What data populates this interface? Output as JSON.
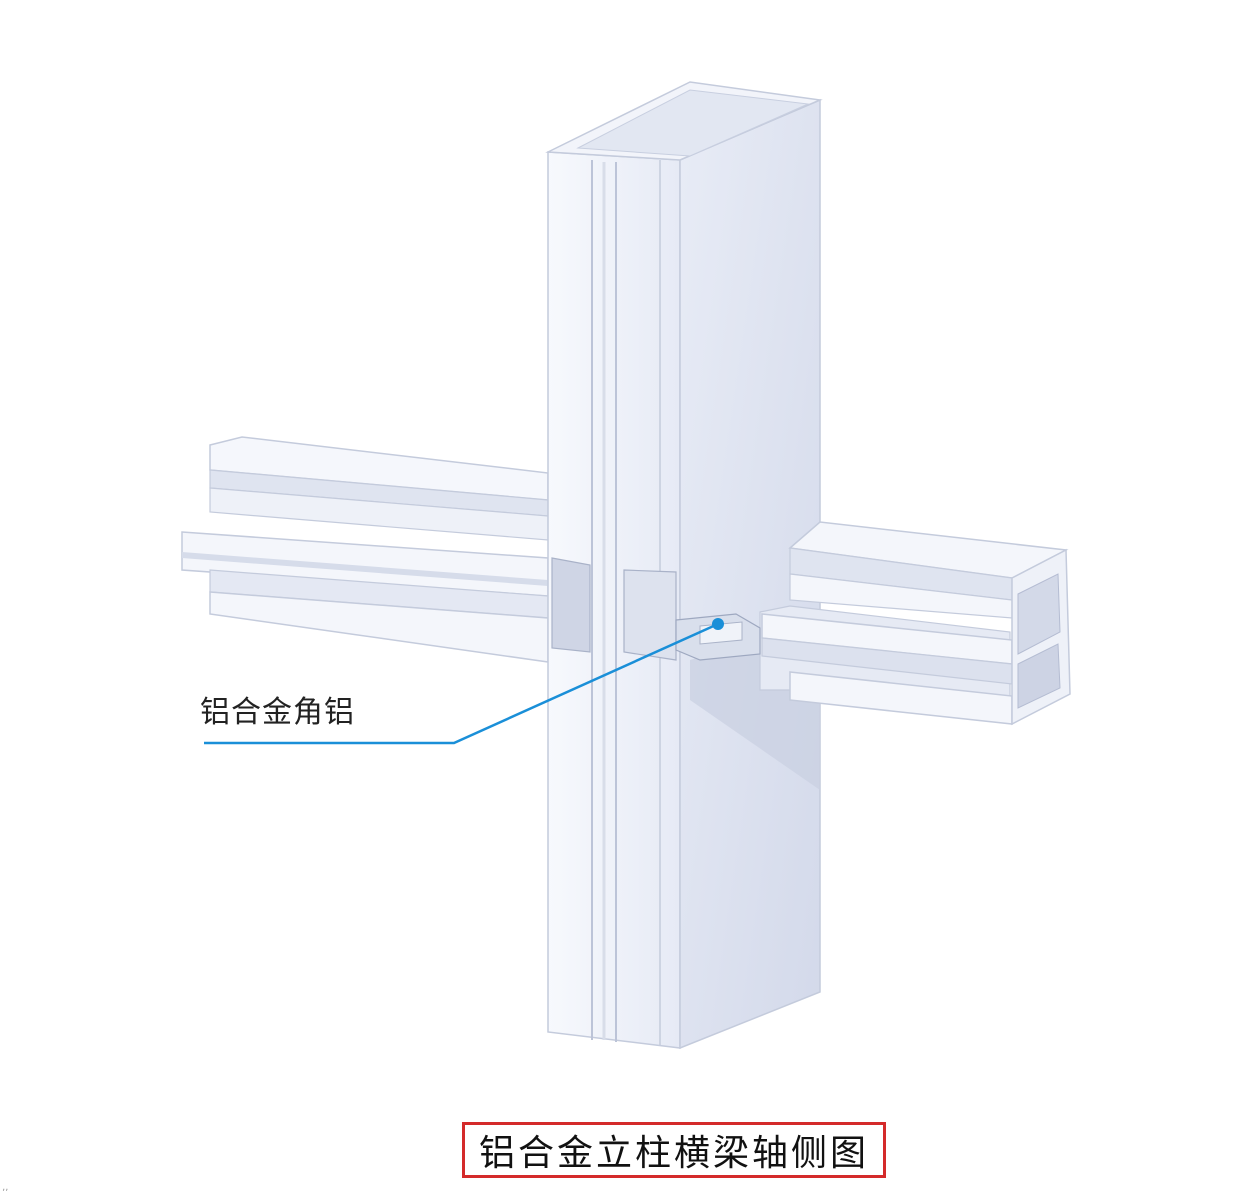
{
  "callout": {
    "label": "铝合金角铝",
    "line_color": "#1a8fd8"
  },
  "caption": {
    "text": "铝合金立柱横梁轴侧图",
    "border_color": "#d42a2a"
  },
  "corner_mark": "ʼʼ",
  "colors": {
    "profile_light": "#f4f6fb",
    "profile_mid": "#dfe4f0",
    "profile_dark": "#c6cde0",
    "profile_edge": "#b4bcd2"
  }
}
